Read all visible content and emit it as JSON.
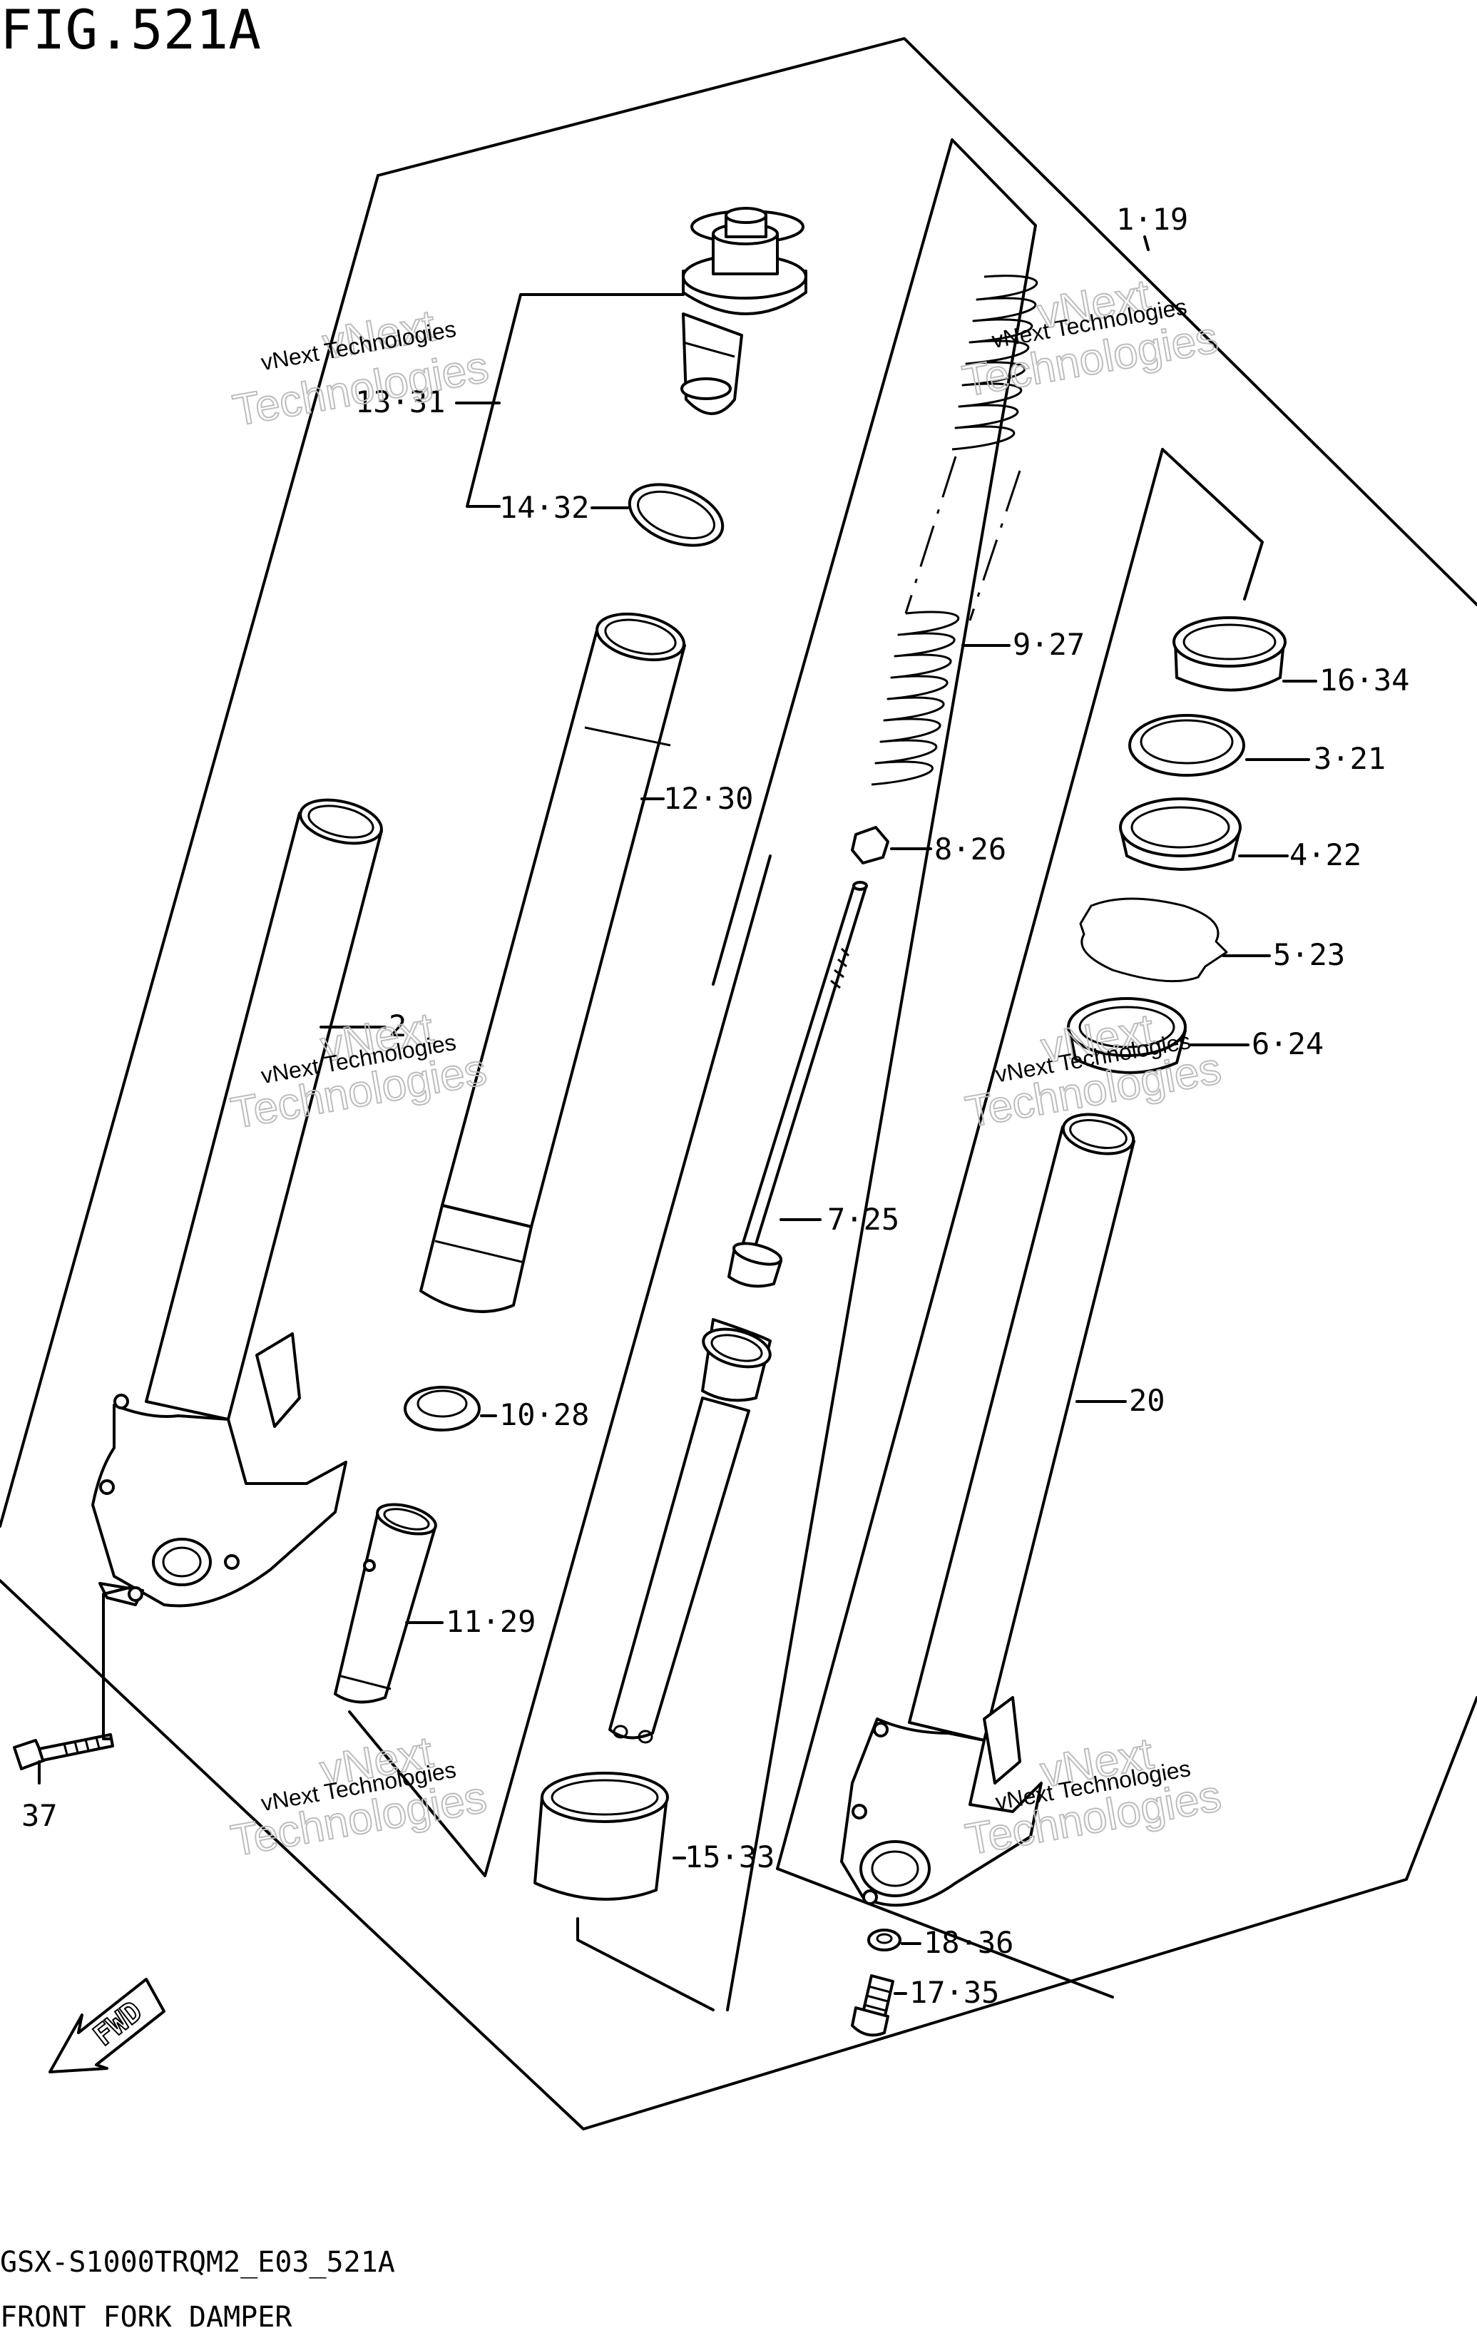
{
  "figure": {
    "title": "FIG.521A"
  },
  "footer": {
    "model_code": "GSX-S1000TRQM2_E03_521A",
    "section_name": "FRONT FORK DAMPER"
  },
  "watermark": {
    "small_text": "vNext Technologies",
    "large_line_1": "vNext",
    "large_line_2": "Technologies"
  },
  "callouts": {
    "c1_19": "1·19",
    "c13_31": "13·31",
    "c14_32": "14·32",
    "c12_30": "12·30",
    "c9_27": "9·27",
    "c16_34": "16·34",
    "c3_21": "3·21",
    "c8_26": "8·26",
    "c4_22": "4·22",
    "c5_23": "5·23",
    "c2": "2",
    "c6_24": "6·24",
    "c7_25": "7·25",
    "c20": "20",
    "c10_28": "10·28",
    "c11_29": "11·29",
    "c37": "37",
    "c15_33": "15·33",
    "c18_36": "18·36",
    "c17_35": "17·35"
  },
  "fwd_badge": {
    "text": "FWD"
  }
}
